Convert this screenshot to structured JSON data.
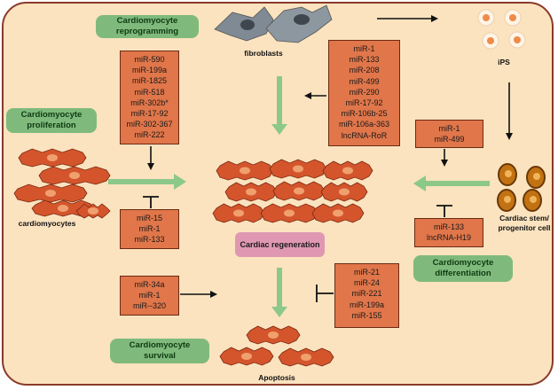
{
  "labels": {
    "reprogramming": [
      "Cardiomyocyte",
      "reprogramming"
    ],
    "proliferation": [
      "Cardiomyocyte",
      "proliferation"
    ],
    "survival": [
      "Cardiomyocyte",
      "survival"
    ],
    "differentiation": [
      "Cardiomyocyte",
      "differentiation"
    ],
    "fibroblasts": "fibroblasts",
    "ips": "iPS",
    "cardiomyocytes": "cardiomyocytes",
    "stem_cell": [
      "Cardiac stem/",
      "progenitor cell"
    ],
    "regeneration": "Cardiac regeneration",
    "apoptosis": "Apoptosis"
  },
  "mirna": {
    "proliferation_up": [
      "miR-590",
      "miR-199a",
      "miR-1825",
      "miR-518",
      "miR-302b*",
      "miR-17-92",
      "miR-302-367",
      "miR-222"
    ],
    "proliferation_down": [
      "miR-15",
      "miR-1",
      "miR-133"
    ],
    "reprogramming": [
      "miR-1",
      "miR-133",
      "miR-208",
      "miR-499",
      "miR-290",
      "miR-17-92",
      "miR-106b-25",
      "miR-106a-363",
      "lncRNA-RoR"
    ],
    "differentiation_up": [
      "miR-1",
      "miR-499"
    ],
    "differentiation_down": [
      "miR-133",
      "lncRNA-H19"
    ],
    "survival": [
      "miR-34a",
      "miR-1",
      "miR--320"
    ],
    "apoptosis_inhibit": [
      "miR-21",
      "miR-24",
      "miR-221",
      "miR-199a",
      "miR-155"
    ]
  },
  "colors": {
    "panel": "#fbe3bf",
    "border": "#8a3a2a",
    "green_box": "#7fba7c",
    "orange_box": "#e0764a",
    "cell": "#d4552c",
    "nucleus": "#f0a06e",
    "pink": "#e098b2",
    "green_arrow": "#8cc88a"
  }
}
